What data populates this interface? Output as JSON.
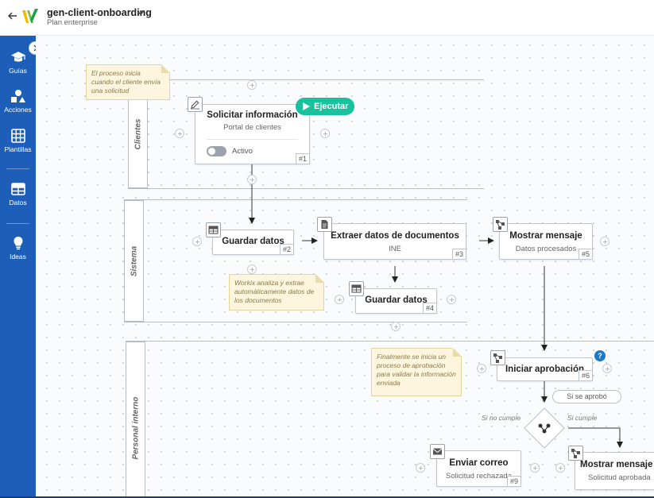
{
  "header": {
    "app_name": "gen-client-onboarding",
    "plan": "Plan enterprise"
  },
  "sidebar": {
    "items": [
      {
        "label": "Guías",
        "icon": "graduation-cap-icon"
      },
      {
        "label": "Acciones",
        "icon": "shapes-icon"
      },
      {
        "label": "Plantillas",
        "icon": "grid-icon"
      },
      {
        "label": "Datos",
        "icon": "table-icon"
      },
      {
        "label": "Ideas",
        "icon": "lightbulb-icon"
      }
    ],
    "active_color": "#1d5fb8"
  },
  "lanes": [
    {
      "label": "Clientes"
    },
    {
      "label": "Sistema"
    },
    {
      "label": "Personal interno"
    }
  ],
  "notes": {
    "clientes": "El proceso inicia cuando el cliente envía una solicitud",
    "sistema": "Workix analiza y extrae automáticamente datos de los documentos",
    "personal": "Finalmente se inicia un proceso de aprobación para validar la información enviada"
  },
  "nodes": {
    "solicitar": {
      "title": "Solicitar información",
      "sub": "Portal de clientes",
      "num": "#1",
      "toggle_label": "Activo",
      "icon": "edit-icon"
    },
    "guardar1": {
      "title": "Guardar datos",
      "num": "#2",
      "icon": "table-icon"
    },
    "extraer": {
      "title": "Extraer datos de documentos",
      "sub": "INE",
      "num": "#3",
      "icon": "document-icon"
    },
    "guardar2": {
      "title": "Guardar datos",
      "num": "#4",
      "icon": "table-icon"
    },
    "mostrar1": {
      "title": "Mostrar mensaje",
      "sub": "Datos procesados",
      "num": "#5",
      "icon": "flow-icon"
    },
    "aprobacion": {
      "title": "Iniciar aprobación",
      "num": "#6",
      "icon": "flow-icon"
    },
    "correo": {
      "title": "Enviar correo",
      "sub": "Solicitud rechazada",
      "num": "#9",
      "icon": "mail-icon"
    },
    "mostrar2": {
      "title": "Mostrar mensaje",
      "sub": "Solicitud aprobada",
      "icon": "flow-icon"
    }
  },
  "run_button": {
    "label": "Ejecutar",
    "color": "#18c29c"
  },
  "decision": {
    "approved_pill": "Si se aprobó",
    "no_cumple": "Si no cumple",
    "cumple": "Si cumple",
    "icon": "branch-icon"
  },
  "help_badge": "?"
}
